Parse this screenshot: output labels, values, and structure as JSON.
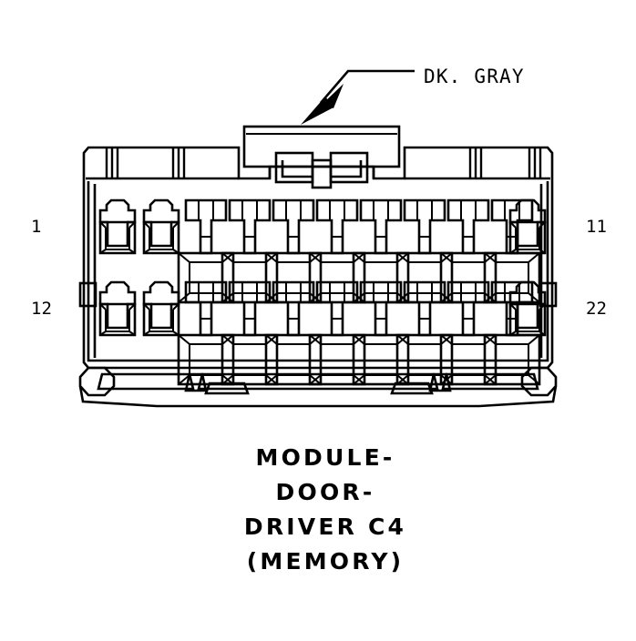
{
  "diagram": {
    "type": "automotive-connector-pinout",
    "callout": {
      "label": "DK. GRAY",
      "meaning": "connector-body-color",
      "leader": "arrow-to-top-latch"
    },
    "pin_labels": {
      "top_left": "1",
      "top_right": "11",
      "bottom_left": "12",
      "bottom_right": "22"
    },
    "caption": {
      "line1": "MODULE-",
      "line2": "DOOR-",
      "line3": "DRIVER C4",
      "line4": "(MEMORY)"
    },
    "connector": {
      "total_cavities": 22,
      "rows": 2,
      "cavities_per_row": 11,
      "top_row_cavity_types": [
        "small",
        "small",
        "large",
        "large",
        "large",
        "large",
        "large",
        "large",
        "large",
        "large",
        "small"
      ],
      "bottom_row_cavity_types": [
        "small",
        "small",
        "large",
        "large",
        "large",
        "large",
        "large",
        "large",
        "large",
        "large",
        "small"
      ]
    },
    "colors": {
      "line": "#000000",
      "background": "#ffffff"
    }
  }
}
